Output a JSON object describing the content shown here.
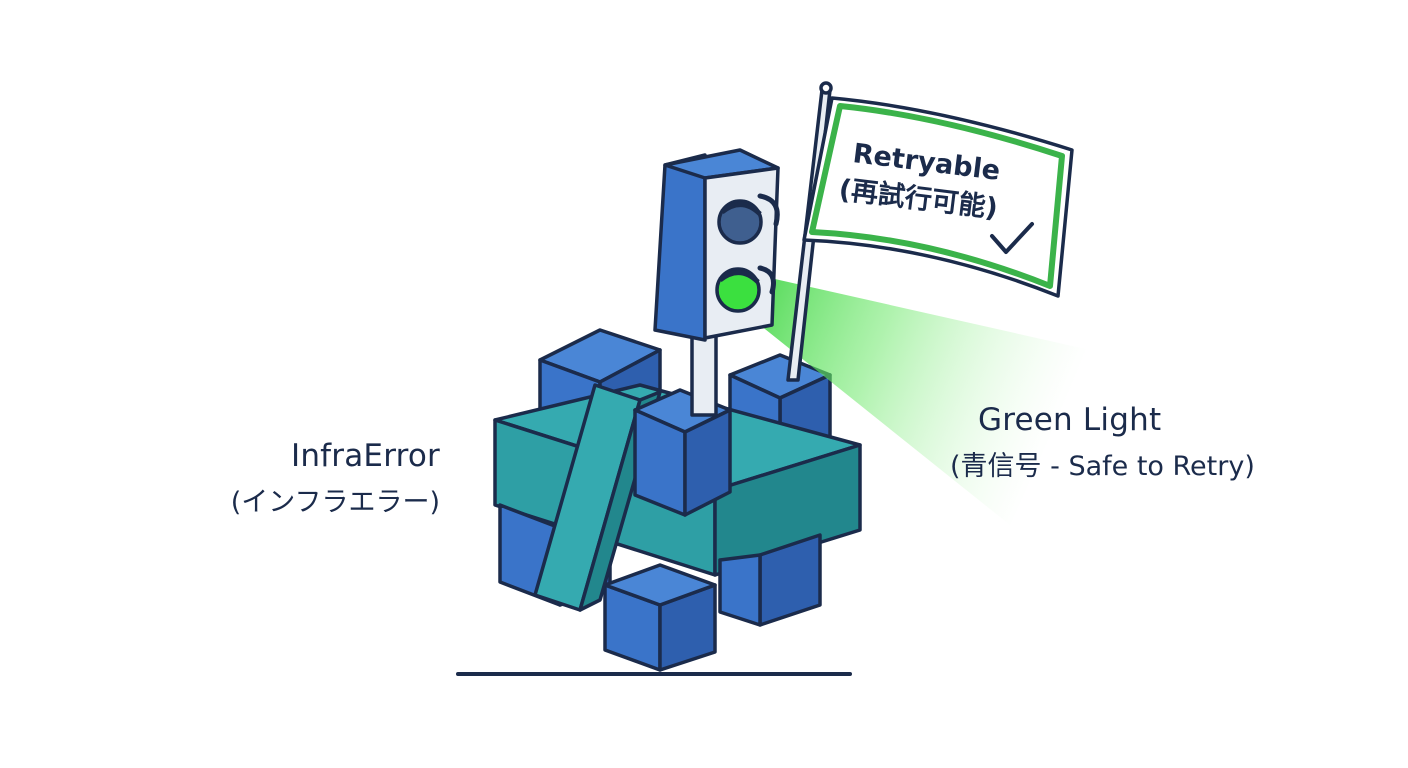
{
  "colors": {
    "outline": "#1b2b4b",
    "teal": "#2e9fa5",
    "teal_dark": "#22878d",
    "blue": "#3a74c9",
    "blue_dark": "#2e5fae",
    "green": "#36c43f",
    "flag_border": "#3bb34a",
    "panel": "#e8edf3",
    "lens_dark": "#3f5f8f"
  },
  "icons": {
    "flag": "flag-icon",
    "check": "check-icon",
    "traffic_light": "traffic-light-icon"
  },
  "flag": {
    "title": "Retryable",
    "subtitle": "(再試行可能)"
  },
  "labels": {
    "infra_error": {
      "main": "InfraError",
      "sub": "(インフラエラー)"
    },
    "green_light": {
      "main": "Green Light",
      "sub": "(青信号 - Safe to Retry)"
    }
  }
}
